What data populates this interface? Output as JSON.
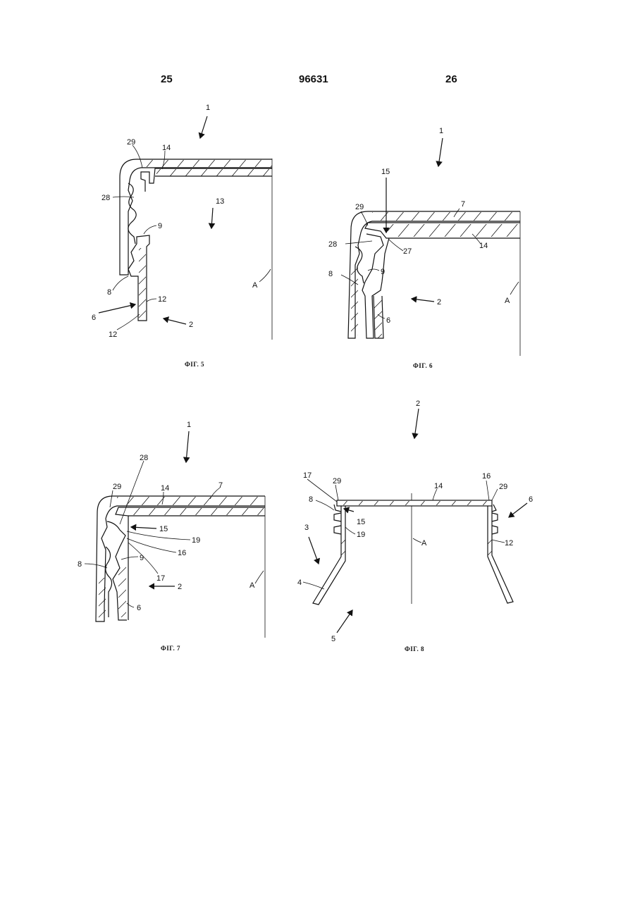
{
  "header": {
    "page_left": "25",
    "doc_number": "96631",
    "page_right": "26"
  },
  "figures": {
    "fig5": {
      "caption": "ФІГ. 5",
      "labels": {
        "l1": "1",
        "l29": "29",
        "l14": "14",
        "l13": "13",
        "l28": "28",
        "l9": "9",
        "l8": "8",
        "l12a": "12",
        "l12b": "12",
        "l6": "6",
        "l2": "2",
        "lA": "A"
      }
    },
    "fig6": {
      "caption": "ФІГ. 6",
      "labels": {
        "l1": "1",
        "l15": "15",
        "l7": "7",
        "l29": "29",
        "l28": "28",
        "l27": "27",
        "l14": "14",
        "l9": "9",
        "l8": "8",
        "l2": "2",
        "l6": "6",
        "lA": "A"
      }
    },
    "fig7": {
      "caption": "ФІГ. 7",
      "labels": {
        "l1": "1",
        "l28": "28",
        "l29": "29",
        "l14": "14",
        "l7": "7",
        "l15": "15",
        "l19": "19",
        "l16": "16",
        "l9": "9",
        "l8": "8",
        "l17": "17",
        "l2": "2",
        "l6": "6",
        "lA": "A"
      }
    },
    "fig8": {
      "caption": "ФІГ. 8",
      "labels": {
        "l2": "2",
        "l17": "17",
        "l29a": "29",
        "l14": "14",
        "l16": "16",
        "l29b": "29",
        "l6": "6",
        "l8": "8",
        "l15": "15",
        "l19": "19",
        "l3": "3",
        "lA": "A",
        "l12": "12",
        "l4": "4",
        "l5": "5"
      }
    }
  }
}
